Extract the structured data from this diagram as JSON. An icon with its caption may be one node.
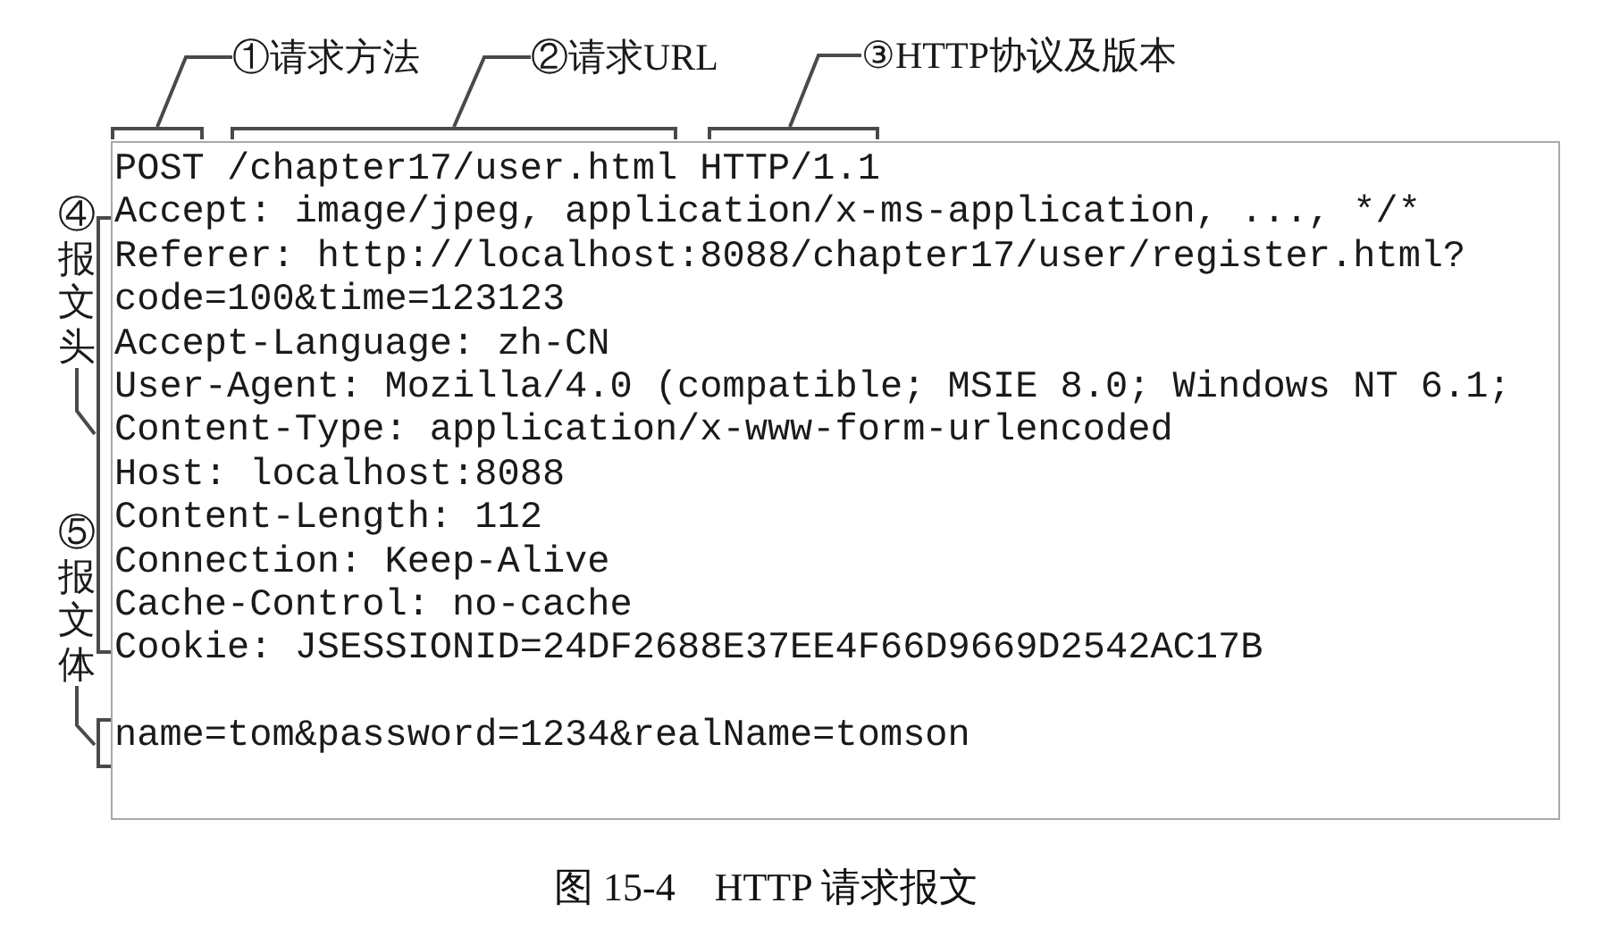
{
  "diagram": {
    "caption": "图 15-4　HTTP 请求报文",
    "nodes": [
      {
        "text": [
          "①请求方法"
        ]
      },
      {
        "text": [
          "②请求URL"
        ]
      },
      {
        "text": [
          "③HTTP协议及版本"
        ]
      },
      {
        "text": [],
        "shape": "bracket"
      },
      {
        "text": [],
        "shape": "bracket"
      },
      {
        "text": [],
        "shape": "bracket"
      },
      {
        "text": [
          "④报文头"
        ]
      },
      {
        "text": [],
        "shape": "bracket"
      },
      {
        "text": [
          "⑤报文体"
        ]
      },
      {
        "text": [],
        "shape": "bracket"
      },
      {
        "text": [
          "POST /chapter17/user.html HTTP/1.1",
          "Accept: image/jpeg, application/x-ms-application, ..., */*",
          "Referer: http://localhost:8088/chapter17/user/register.html? code=100&time=123123",
          "Accept-Language: zh-CN",
          "User-Agent: Mozilla/4.0 (compatible; MSIE 8.0; Windows NT 6.1;",
          "Content-Type: application/x-www-form-urlencoded",
          "Host: localhost:8088",
          "Content-Length: 112",
          "Connection: Keep-Alive",
          "Cache-Control: no-cache",
          "Cookie: JSESSIONID=24DF2688E37EE4F66D9669D2542AC17B",
          "name=tom&password=1234&realName=tomson"
        ]
      }
    ],
    "edges": [
      {
        "from": 0,
        "to": 3,
        "arrow": "none"
      },
      {
        "from": 1,
        "to": 4,
        "arrow": "none"
      },
      {
        "from": 2,
        "to": 5,
        "arrow": "none"
      },
      {
        "from": 6,
        "to": 7,
        "arrow": "none"
      },
      {
        "from": 8,
        "to": 9,
        "arrow": "none"
      }
    ]
  }
}
